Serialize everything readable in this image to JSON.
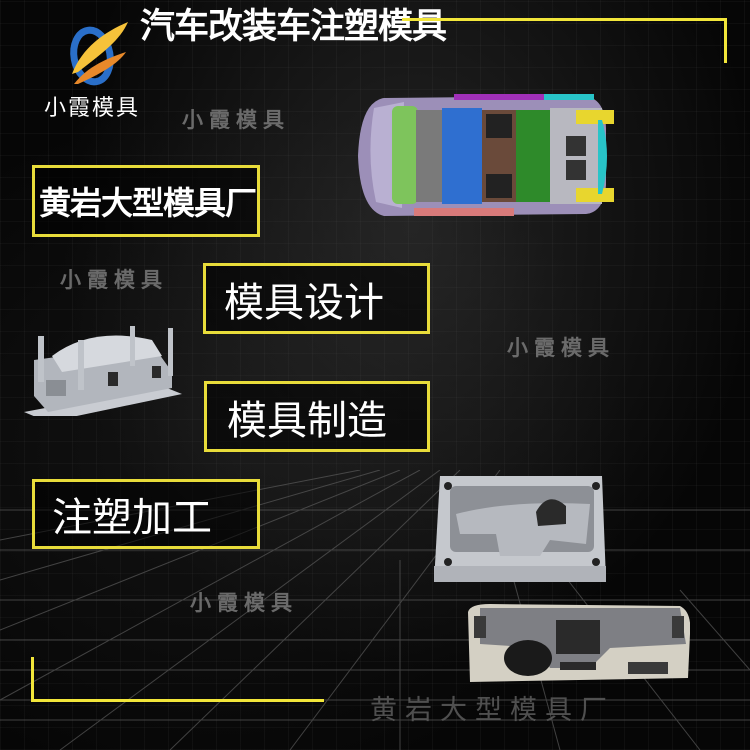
{
  "header": {
    "title": "汽车改装车注塑模具",
    "logo": {
      "icon": "swoosh-logo-icon",
      "text": "小霞模具",
      "colors": {
        "ring": "#2a6fc9",
        "wing_top": "#f6c23a",
        "wing_bottom": "#e8892a"
      }
    }
  },
  "boxes": [
    {
      "label": "黄岩大型模具厂"
    },
    {
      "label": "模具设计"
    },
    {
      "label": "模具制造"
    },
    {
      "label": "注塑加工"
    }
  ],
  "watermarks": [
    {
      "text": "小霞模具"
    },
    {
      "text": "小霞模具"
    },
    {
      "text": "小霞模具"
    },
    {
      "text": "小霞模具"
    },
    {
      "text": "黄岩大型模具厂"
    }
  ],
  "images": {
    "car_body": "car-body-cad-topview",
    "mold_left": "steel-injection-mold",
    "mold_right": "dashboard-mold-cavity",
    "dashboard": "car-dashboard-part"
  },
  "colors": {
    "accent_frame": "#f2e63a",
    "background": "#070707",
    "text": "#ffffff",
    "watermark": "#7a7a7a"
  }
}
